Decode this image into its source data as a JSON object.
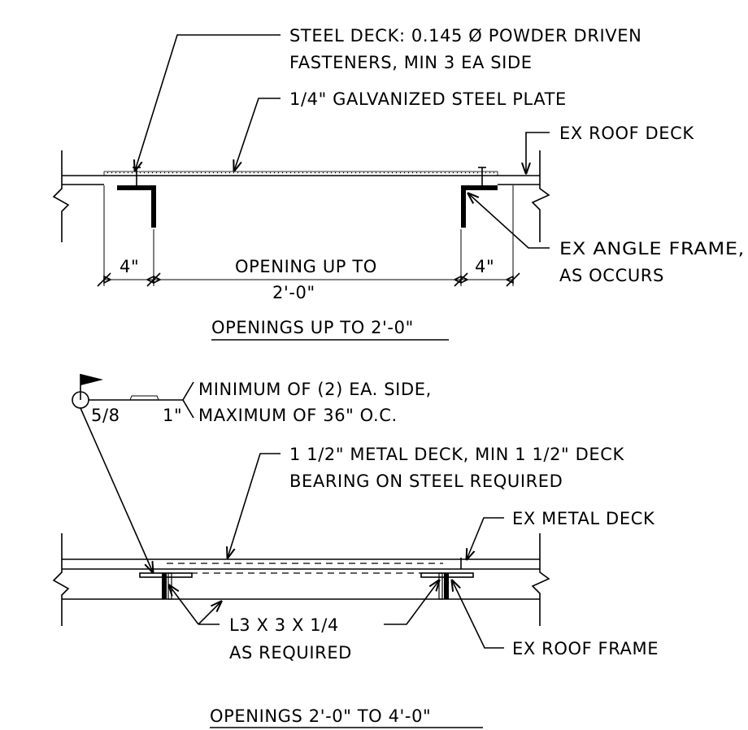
{
  "detail_top": {
    "labels": {
      "fasteners_line1": "STEEL DECK: 0.145 Ø POWDER DRIVEN",
      "fasteners_line2": "FASTENERS, MIN 3 EA SIDE",
      "plate": "1/4\" GALVANIZED STEEL PLATE",
      "roof_deck": "EX ROOF DECK",
      "angle_frame_line1": "EX ANGLE FRAME,",
      "angle_frame_line2": "AS OCCURS"
    },
    "dimensions": {
      "left_bearing": "4\"",
      "opening_line1": "OPENING UP TO",
      "opening_line2": "2'-0\"",
      "right_bearing": "4\""
    },
    "title": "OPENINGS UP TO 2'-0\""
  },
  "detail_bottom": {
    "weld": {
      "size": "5/8",
      "length": "1\"",
      "note_line1": "MINIMUM OF (2) EA. SIDE,",
      "note_line2": "MAXIMUM OF 36\" O.C."
    },
    "labels": {
      "metal_deck_line1": "1 1/2\" METAL DECK, MIN 1 1/2\" DECK",
      "metal_deck_line2": "BEARING ON STEEL REQUIRED",
      "ex_metal_deck": "EX METAL DECK",
      "angle_line1": "L3 X 3 X 1/4",
      "angle_line2": "AS REQUIRED",
      "roof_frame": "EX ROOF FRAME"
    },
    "title": "OPENINGS 2'-0\" TO 4'-0\""
  }
}
